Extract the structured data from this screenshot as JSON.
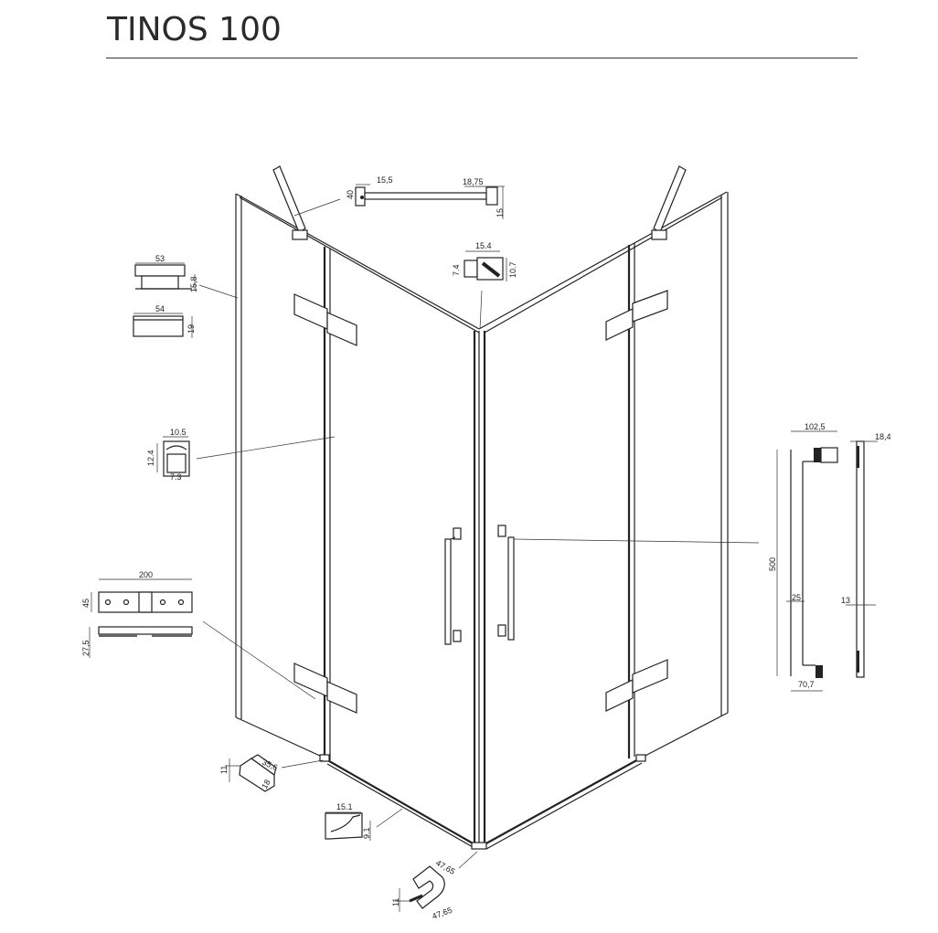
{
  "header": {
    "title": "TINOS 100"
  },
  "dimensions": {
    "support_bar": {
      "a": "15,5",
      "b": "18,75",
      "c": "40",
      "d": "15"
    },
    "wall_profile_1": {
      "width": "53",
      "height": "15,8"
    },
    "wall_profile_2": {
      "width": "54",
      "height": "19"
    },
    "corner_profile": {
      "width": "15.4",
      "left": "7.4",
      "right": "10.7"
    },
    "door_seal": {
      "width": "10.5",
      "height": "12.4",
      "bottom": "7.3"
    },
    "hinge": {
      "width": "200",
      "height": "45",
      "depth": "27,5"
    },
    "handle": {
      "width": "102,5",
      "height": "500",
      "bar": "25",
      "bottom": "70,7",
      "side_width": "18,4",
      "side_bar": "13"
    },
    "end_cap": {
      "a": "35,6",
      "b": "18",
      "c": "11"
    },
    "bottom_profile": {
      "width": "15.1",
      "height": "9.1"
    },
    "corner_cap": {
      "a": "47,65",
      "b": "47,65",
      "c": "11"
    }
  }
}
